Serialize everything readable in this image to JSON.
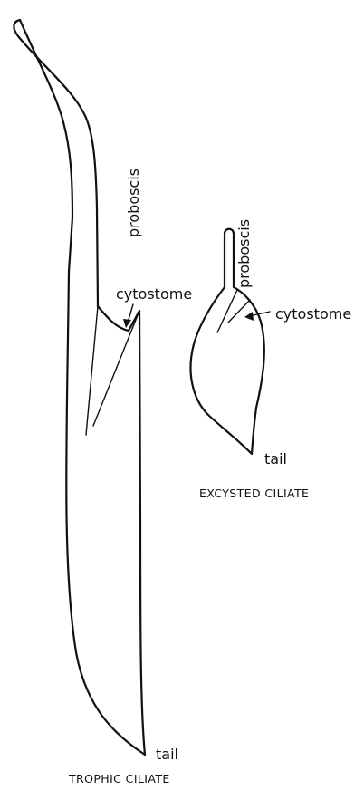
{
  "trophic": {
    "proboscis_label": "proboscis",
    "cytostome_label": "cytostome",
    "tail_label": "tail",
    "caption": "TROPHIC CILIATE"
  },
  "excysted": {
    "proboscis_label": "proboscis",
    "cytostome_label": "cytostome",
    "tail_label": "tail",
    "caption": "EXCYSTED CILIATE"
  }
}
